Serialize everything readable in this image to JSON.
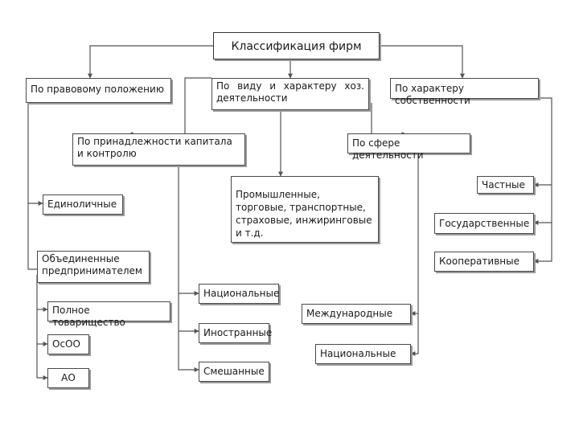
{
  "title": "Классификация фирм",
  "categories": {
    "legal": "По правовому положению",
    "activity": "По виду и характеру хоз. деятельности",
    "ownership": "По характеру собственности",
    "capital": "По принадлежности капитала и контролю",
    "sphere": "По сфере деятельности"
  },
  "legal_items": {
    "sole": "Единоличные",
    "united": "Объединенные предпринимателем",
    "partnership": "Полное товарищество",
    "llc": "ОсОО",
    "jsc": "АО"
  },
  "activity_items": {
    "types": "Промышленные, торговые, транспортные, страховые, инжиринговые и т.д."
  },
  "ownership_items": {
    "private": "Частные",
    "state": "Государственные",
    "coop": "Кооперативные"
  },
  "capital_items": {
    "national": "Национальные",
    "foreign": "Иностранные",
    "mixed": "Смешанные"
  },
  "sphere_items": {
    "international": "Международные",
    "national": "Национальные"
  }
}
